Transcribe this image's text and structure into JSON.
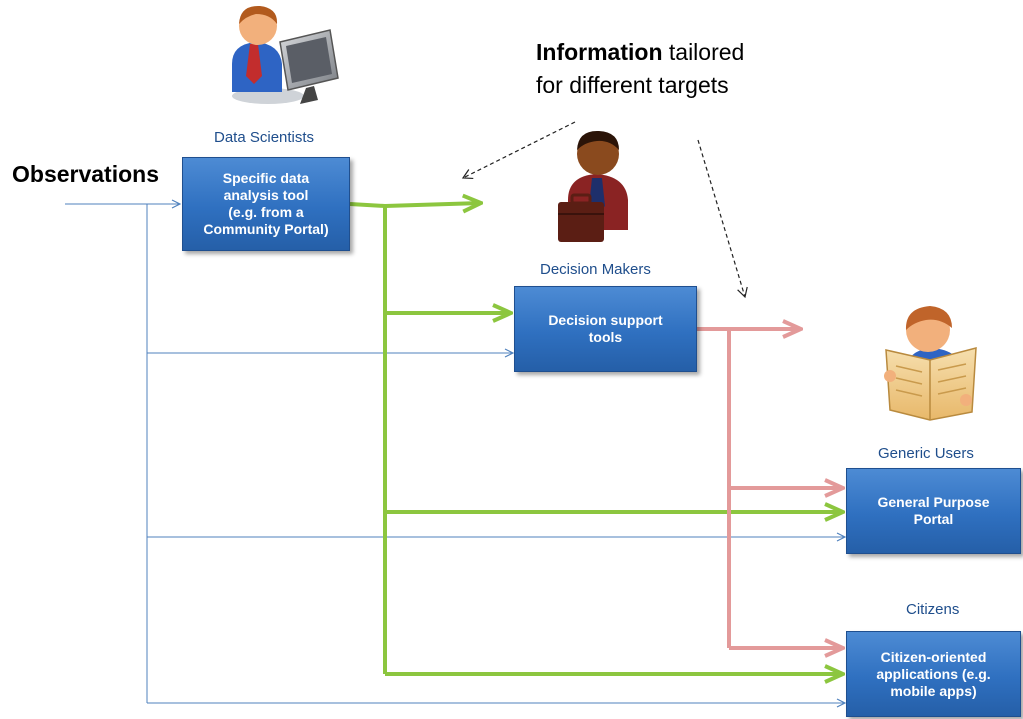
{
  "headline": {
    "bold": "Information",
    "rest_line1": " tailored",
    "line2": "for different targets"
  },
  "observations_label": "Observations",
  "roles": {
    "data_scientists": "Data Scientists",
    "decision_makers": "Decision Makers",
    "generic_users": "Generic Users",
    "citizens": "Citizens"
  },
  "boxes": {
    "analysis_tool": "Specific data\nanalysis tool\n(e.g. from a\nCommunity Portal)",
    "decision_support": "Decision support\ntools",
    "general_portal": "General Purpose\nPortal",
    "citizen_apps": "Citizen-oriented\napplications (e.g.\nmobile apps)"
  },
  "colors": {
    "box_fill": "#2f70c0",
    "blue_line": "#4f81bd",
    "green_line": "#8cc63f",
    "pink_line": "#e39a9a",
    "role_text": "#1f4e8c"
  },
  "icons": [
    "data-scientist-computer-icon",
    "decision-maker-briefcase-icon",
    "generic-user-newspaper-icon"
  ]
}
